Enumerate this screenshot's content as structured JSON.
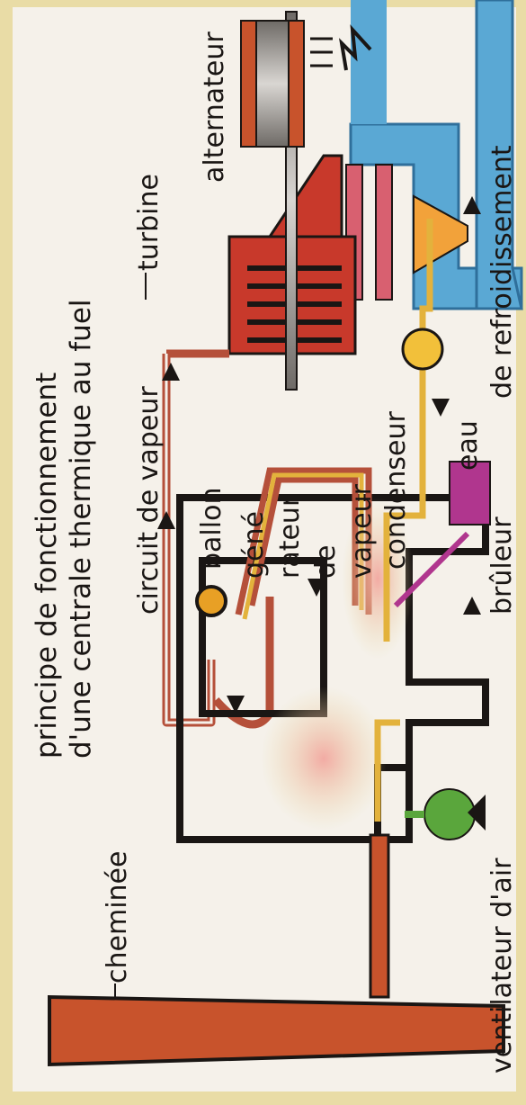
{
  "title": {
    "line1": "principe de fonctionnement",
    "line2": "d'une centrale thermique au fuel"
  },
  "labels": {
    "turbine": "turbine",
    "alternateur": "alternateur",
    "cheminee": "cheminée",
    "circuit_vapeur": "circuit de vapeur",
    "ballon": "ballon",
    "generateur_1": "géné -",
    "generateur_2": "rateur",
    "generateur_3": "de",
    "generateur_4": "vapeur",
    "condenseur": "condenseur",
    "eau_1": "eau",
    "eau_2": "de refroidissement",
    "bruleur": "brûleur",
    "ventilateur": "ventilateur d'air"
  },
  "colors": {
    "background": "#e9dca6",
    "water": "#5aa8d4",
    "steam_pipe": "#b5503a",
    "fuel_pipe": "#e3b23c",
    "turbine": "#c8392b",
    "chimney": "#c8532c",
    "burner": "#b0368e",
    "fan": "#5aa63c",
    "outline": "#1a1614"
  }
}
